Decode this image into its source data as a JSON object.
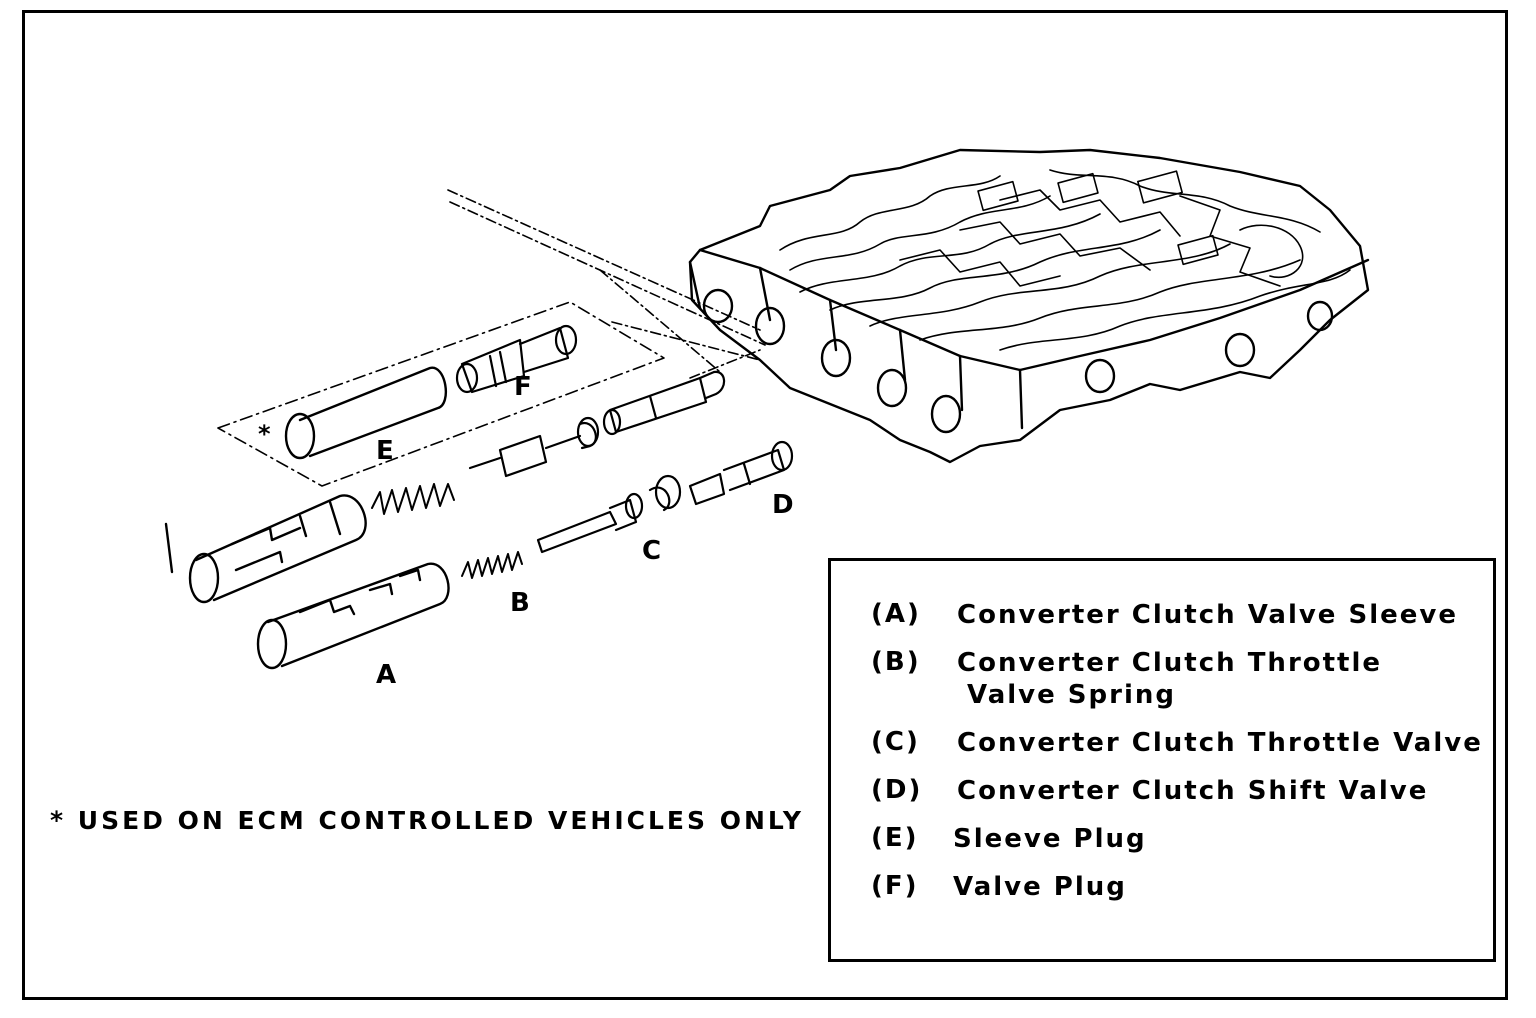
{
  "diagram": {
    "part_labels": {
      "a": "A",
      "b": "B",
      "c": "C",
      "d": "D",
      "e": "E",
      "f": "F"
    },
    "asterisk": "*",
    "footnote": "* USED ON ECM CONTROLLED VEHICLES ONLY"
  },
  "legend": {
    "items": [
      {
        "key": "(A)",
        "text": "Converter Clutch Valve Sleeve"
      },
      {
        "key": "(B)",
        "text": "Converter Clutch Throttle",
        "text2": "Valve Spring"
      },
      {
        "key": "(C)",
        "text": "Converter Clutch Throttle Valve"
      },
      {
        "key": "(D)",
        "text": "Converter Clutch Shift Valve"
      },
      {
        "key": "(E)",
        "text": "Sleeve Plug"
      },
      {
        "key": "(F)",
        "text": "Valve Plug"
      }
    ]
  }
}
